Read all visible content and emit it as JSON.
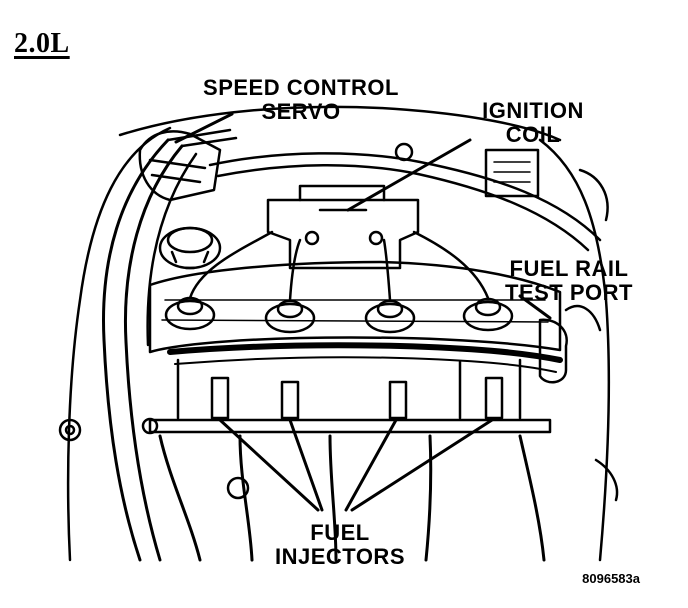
{
  "figure": {
    "engine_heading": "2.0L",
    "figure_id": "8096583a"
  },
  "callouts": {
    "speed_control_servo": {
      "line1": "SPEED CONTROL",
      "line2": "SERVO"
    },
    "ignition_coil": {
      "line1": "IGNITION",
      "line2": "COIL"
    },
    "fuel_rail_test_port": {
      "line1": "FUEL RAIL",
      "line2": "TEST PORT"
    },
    "fuel_injectors": {
      "line1": "FUEL",
      "line2": "INJECTORS"
    }
  },
  "colors": {
    "ink": "#000000",
    "paper": "#ffffff"
  }
}
